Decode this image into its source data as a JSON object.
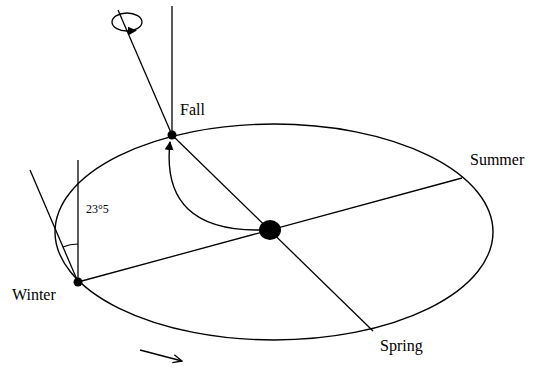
{
  "diagram": {
    "labels": [
      "Fall",
      "Summer",
      "Winter",
      "Spring",
      "23°5"
    ]
  }
}
